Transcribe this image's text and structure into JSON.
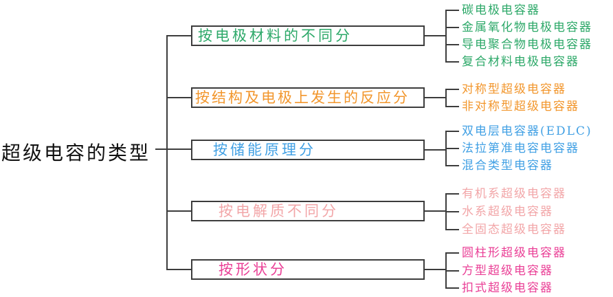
{
  "diagram": {
    "title": "supercapacitor-classification-tree",
    "root": {
      "label": "超级电容的类型",
      "color": "#111111"
    },
    "line_color": "#3c3c3c",
    "branches": [
      {
        "label": "按电极材料的不同分",
        "color": "#2ca868",
        "children": [
          "碳电极电容器",
          "金属氧化物电极电容器",
          "导电聚合物电极电容器",
          "复合材料电极电容器"
        ]
      },
      {
        "label": "按结构及电极上发生的反应分",
        "color": "#f2962c",
        "children": [
          "对称型超级电容器",
          "非对称型超级电容器"
        ]
      },
      {
        "label": "按储能原理分",
        "color": "#41a0e4",
        "children": [
          "双电层电容器(EDLC)",
          "法拉第准电容电容器",
          "混合类型电容器"
        ]
      },
      {
        "label": "按电解质不同分",
        "color": "#f2a6a8",
        "children": [
          "有机系超级电容器",
          "水系超级电容器",
          "全固态超级电容器"
        ]
      },
      {
        "label": "按形状分",
        "color": "#ea3f96",
        "children": [
          "圆柱形超级电容器",
          "方型超级电容器",
          "扣式超级电容器"
        ]
      }
    ]
  }
}
